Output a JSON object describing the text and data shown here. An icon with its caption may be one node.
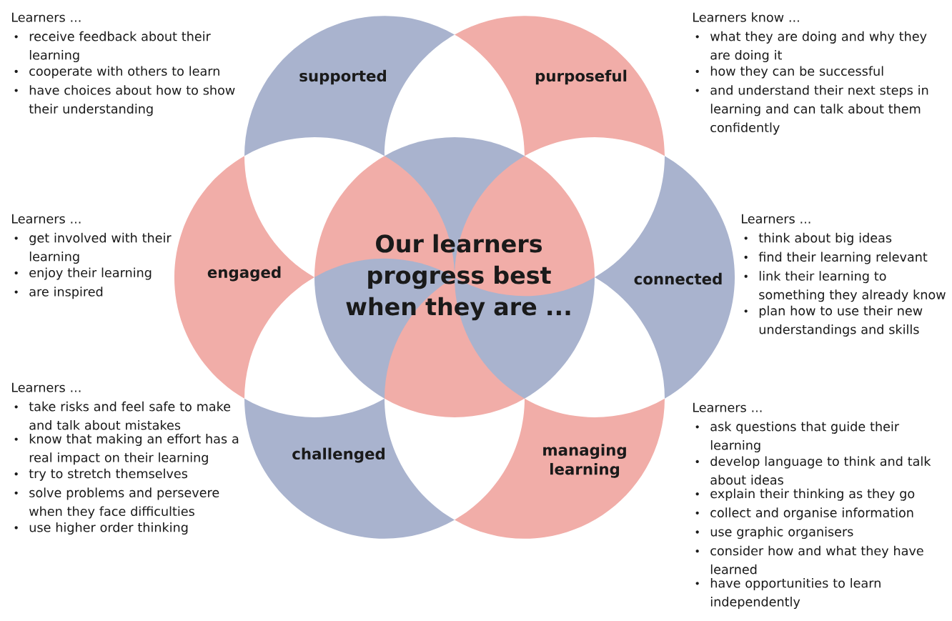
{
  "diagram": {
    "nodes": [
      {
        "text": [
          "supported"
        ],
        "beside": [
          "Learners ...",
          "receive feedback about their learning",
          "cooperate with others to learn",
          "have choices about how to show their understanding"
        ]
      },
      {
        "text": [
          "purposeful"
        ],
        "beside": [
          "Learners know ...",
          "what they are doing and why they are doing it",
          "how they can be successful",
          "and understand their next steps in learning and can talk about them confidently"
        ]
      },
      {
        "text": [
          "engaged"
        ],
        "beside": [
          "Learners ...",
          "get involved with their learning",
          "enjoy their learning",
          "are inspired"
        ]
      },
      {
        "text": [
          "Our learners progress best when they are ..."
        ]
      },
      {
        "text": [
          "connected"
        ],
        "beside": [
          "Learners ...",
          "think about big ideas",
          "find their learning relevant",
          "link their learning to something they already know",
          "plan how to use their new understandings and skills"
        ]
      },
      {
        "text": [
          "challenged"
        ],
        "beside": [
          "Learners ...",
          "take risks and feel safe to make and talk about mistakes",
          "know that making an effort has a real impact on their learning",
          "try to stretch themselves",
          "solve problems and persevere when they face difficulties",
          "use higher order thinking"
        ]
      },
      {
        "text": [
          "managing learning"
        ],
        "beside": [
          "Learners ...",
          "ask questions that guide their learning",
          "develop language to think and talk about ideas",
          "explain their thinking as they go",
          "collect and organise information",
          "use graphic organisers",
          "consider how and what they have learned",
          "have opportunities to learn independently"
        ]
      }
    ]
  }
}
